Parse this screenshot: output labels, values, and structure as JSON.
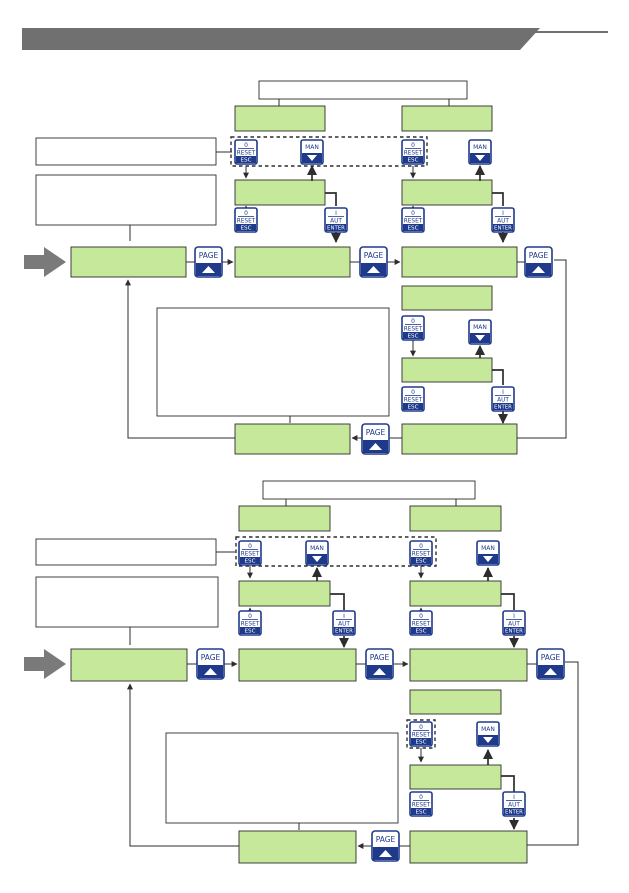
{
  "header": {
    "bar_color": "#707070"
  },
  "keys": {
    "reset": {
      "top": "0",
      "mid": "RESET",
      "bottom": "ESC",
      "icon": "reset-esc-key-icon"
    },
    "man": {
      "label": "MAN",
      "icon": "man-down-key-icon"
    },
    "aut": {
      "top": "I",
      "mid": "AUT",
      "bottom": "ENTER",
      "icon": "aut-enter-key-icon"
    },
    "page": {
      "label": "PAGE",
      "icon": "page-up-key-icon"
    }
  },
  "colors": {
    "lcd": "#c5e89a",
    "key_blue": "#1f3a8a",
    "arrow_gray": "#7a7a7a"
  }
}
